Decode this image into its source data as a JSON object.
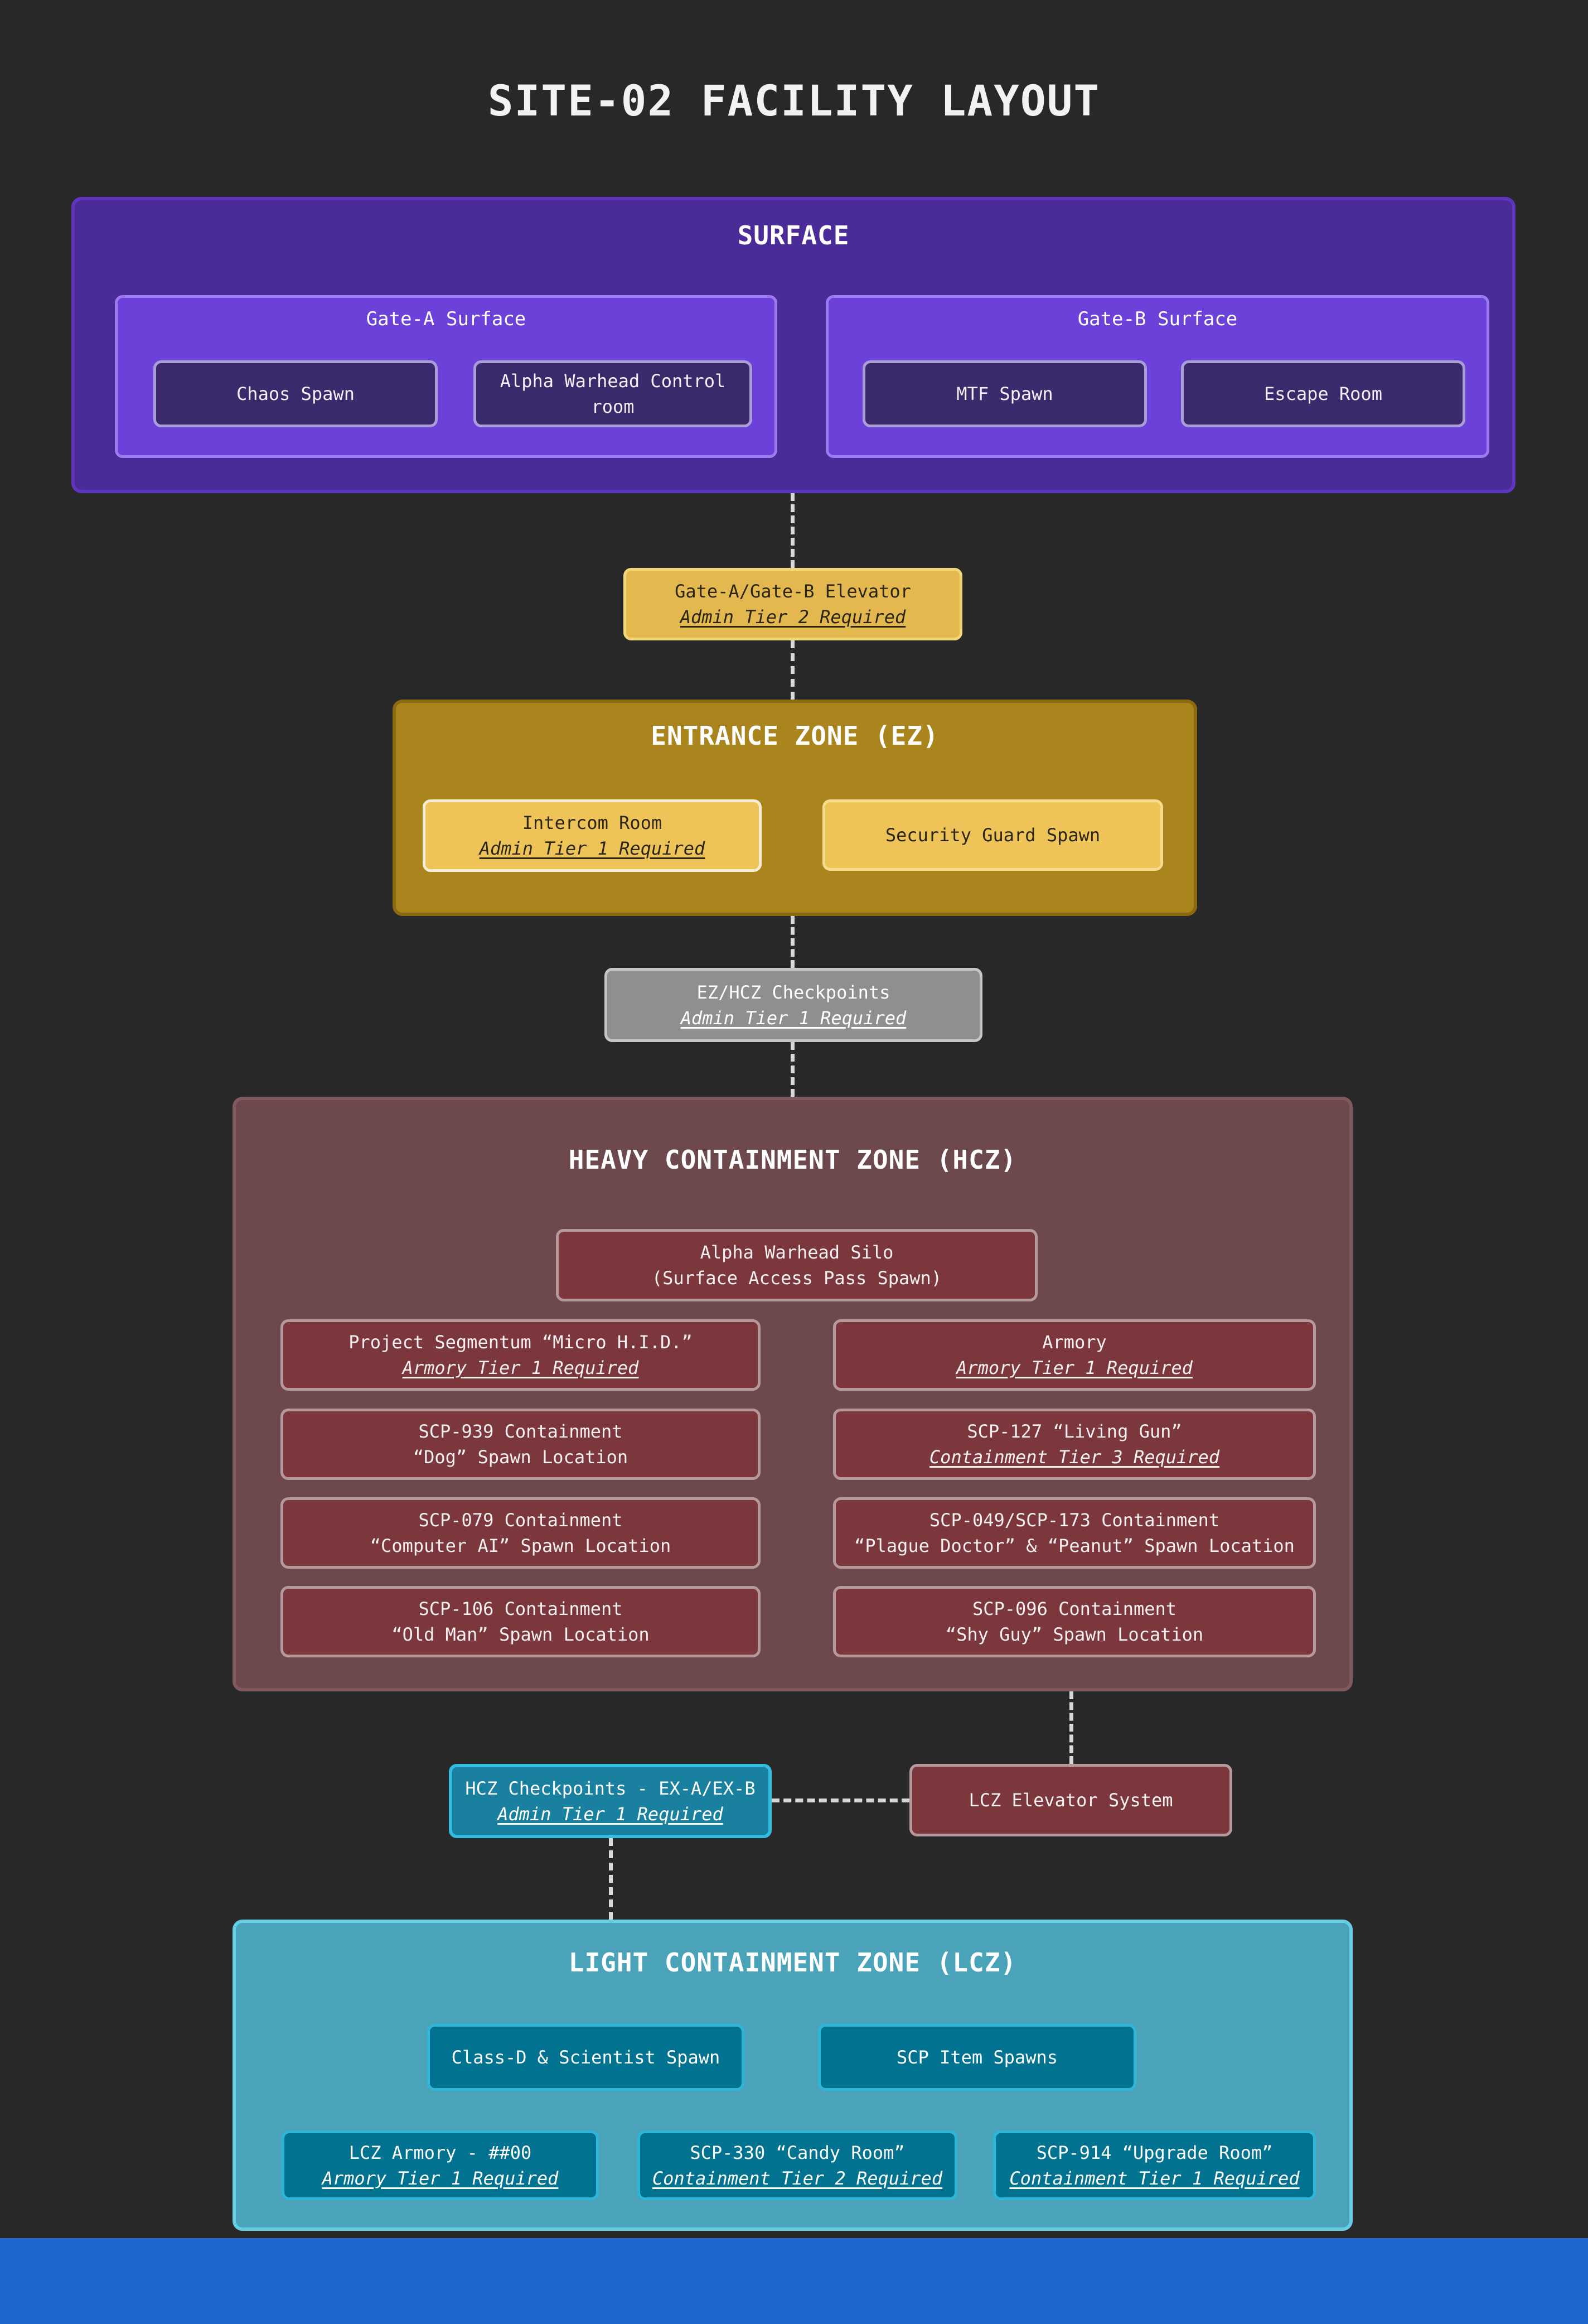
{
  "page": {
    "title": "SITE-02 FACILITY LAYOUT"
  },
  "surface": {
    "title": "SURFACE",
    "gate_a": {
      "title": "Gate-A Surface",
      "room1": "Chaos Spawn",
      "room2": "Alpha Warhead Control room"
    },
    "gate_b": {
      "title": "Gate-B Surface",
      "room1": "MTF Spawn",
      "room2": "Escape Room"
    }
  },
  "connectors": {
    "surface_elevator": {
      "line1": "Gate-A/Gate-B Elevator",
      "line2": "Admin Tier 2 Required"
    },
    "ez_hcz": {
      "line1": "EZ/HCZ Checkpoints",
      "line2": "Admin Tier 1 Required"
    },
    "hcz_checkpoints": {
      "line1": "HCZ Checkpoints - EX-A/EX-B",
      "line2": "Admin Tier 1 Required"
    },
    "lcz_elevator": {
      "line1": "LCZ Elevator System"
    }
  },
  "entrance_zone": {
    "title": "ENTRANCE ZONE (EZ)",
    "intercom": {
      "line1": "Intercom Room",
      "line2": "Admin Tier 1 Required"
    },
    "security": {
      "line1": "Security Guard Spawn"
    }
  },
  "hcz": {
    "title": "HEAVY CONTAINMENT ZONE (HCZ)",
    "silo": {
      "line1": "Alpha Warhead Silo",
      "line2": "(Surface Access Pass Spawn)"
    },
    "left": [
      {
        "line1": "Project Segmentum “Micro H.I.D.”",
        "line2": "Armory Tier 1 Required"
      },
      {
        "line1": "SCP-939 Containment",
        "line2": "“Dog” Spawn Location"
      },
      {
        "line1": "SCP-079 Containment",
        "line2": "“Computer AI” Spawn Location"
      },
      {
        "line1": "SCP-106 Containment",
        "line2": "“Old Man” Spawn Location"
      }
    ],
    "right": [
      {
        "line1": "Armory",
        "line2": "Armory Tier 1 Required"
      },
      {
        "line1": "SCP-127 “Living Gun”",
        "line2": "Containment Tier 3 Required"
      },
      {
        "line1": "SCP-049/SCP-173 Containment",
        "line2": "“Plague Doctor” & “Peanut” Spawn Location"
      },
      {
        "line1": "SCP-096 Containment",
        "line2": "“Shy Guy” Spawn Location"
      }
    ]
  },
  "lcz": {
    "title": "LIGHT CONTAINMENT ZONE (LCZ)",
    "class_d": {
      "line1": "Class-D & Scientist Spawn"
    },
    "scp_items": {
      "line1": "SCP Item Spawns"
    },
    "armory": {
      "line1": "LCZ Armory - ##00",
      "line2": "Armory Tier 1 Required"
    },
    "candy": {
      "line1": "SCP-330 “Candy Room”",
      "line2": "Containment Tier 2 Required"
    },
    "upgrade": {
      "line1": "SCP-914 “Upgrade Room”",
      "line2": "Containment Tier 1 Required"
    }
  },
  "colors": {
    "background": "#282828",
    "surface_zone": "#4b2b97",
    "surface_gate": "#6c41d9",
    "surface_room": "#3a2a6b",
    "elevator_node": "#e3b94f",
    "entrance_zone": "#aa851e",
    "entrance_room": "#eec458",
    "checkpoint_gray": "#8f8f8f",
    "hcz_zone": "#6d484c",
    "hcz_room": "#7b373c",
    "hcz_checkpoint_teal": "#19809f",
    "lcz_zone": "#4ba3b9",
    "lcz_room": "#017390",
    "bottom_bar": "#1e66cb",
    "connector_dash": "#d9d9d9"
  }
}
